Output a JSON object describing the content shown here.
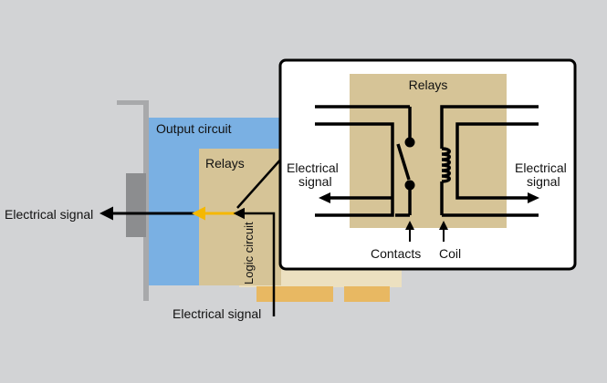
{
  "labels": {
    "output_circuit": "Output circuit",
    "relays_board": "Relays",
    "logic_circuit": "Logic circuit",
    "electrical_signal_out": "Electrical signal",
    "electrical_signal_in": "Electrical signal"
  },
  "callout": {
    "title": "Relays",
    "left_signal_line1": "Electrical",
    "left_signal_line2": "signal",
    "right_signal_line1": "Electrical",
    "right_signal_line2": "signal",
    "contacts": "Contacts",
    "coil": "Coil"
  },
  "colors": {
    "background": "#d2d3d5",
    "output_circuit": "#7ab0e3",
    "relay_block": "#d6c497",
    "logic_board": "#ece0c0",
    "connector_pads": "#e8b862",
    "signal_arrow_highlight": "#f5b800",
    "bracket": "#a8a9ab",
    "connector_block": "#8c8d8f"
  }
}
